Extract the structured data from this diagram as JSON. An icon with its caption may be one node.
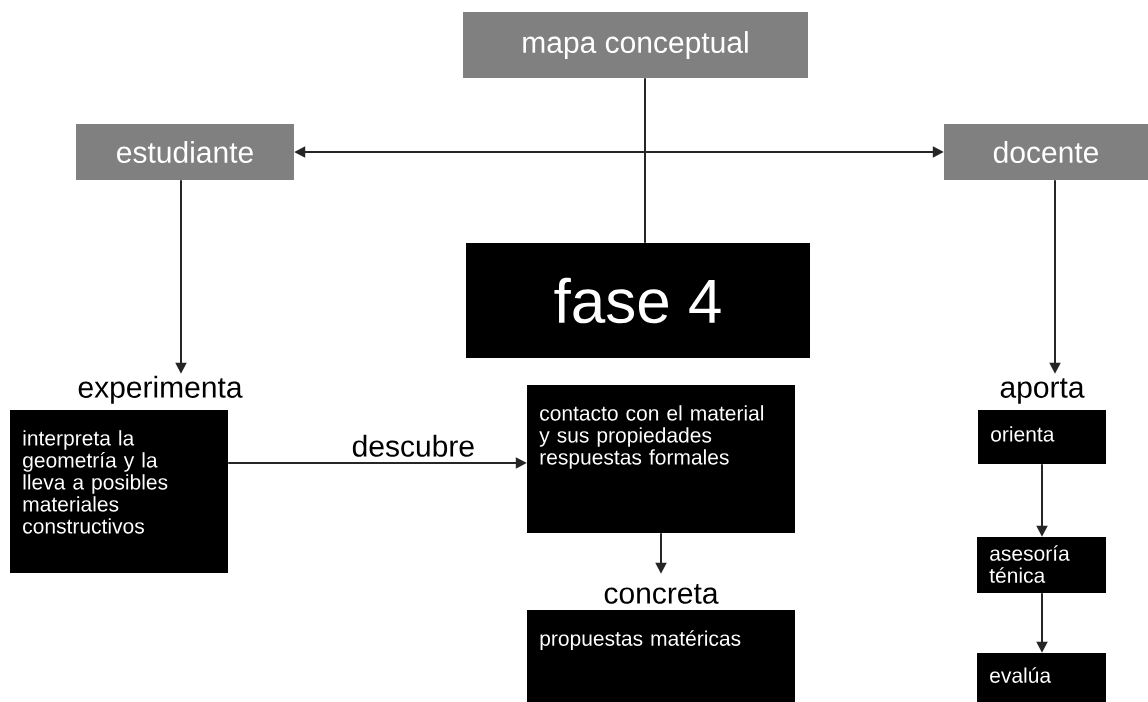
{
  "diagram": {
    "nodes": [
      {
        "text": [
          "mapa conceptual"
        ]
      },
      {
        "text": [
          "estudiante"
        ]
      },
      {
        "text": [
          "docente"
        ]
      },
      {
        "text": [
          "fase 4"
        ]
      },
      {
        "text": [
          "experimenta",
          "interpreta la geometría y la lleva a posibles materiales constructivos"
        ]
      },
      {
        "text": [
          "contacto con el material y sus propiedades respuestas formales"
        ]
      },
      {
        "text": [
          "concreta",
          "propuestas matéricas"
        ]
      },
      {
        "text": [
          "aporta",
          "orienta"
        ]
      },
      {
        "text": [
          "asesoría ténica"
        ]
      },
      {
        "text": [
          "evalúa"
        ]
      }
    ],
    "edges": [
      {
        "from": 0,
        "to": 3,
        "arrow": "none"
      },
      {
        "from": 1,
        "to": 2,
        "arrow": "both"
      },
      {
        "from": 1,
        "to": 4,
        "arrow": "to"
      },
      {
        "from": 4,
        "to": 5,
        "arrow": "to",
        "label": "descubre"
      },
      {
        "from": 5,
        "to": 6,
        "arrow": "to"
      },
      {
        "from": 2,
        "to": 7,
        "arrow": "to"
      },
      {
        "from": 7,
        "to": 8,
        "arrow": "to"
      },
      {
        "from": 8,
        "to": 9,
        "arrow": "to"
      }
    ]
  }
}
